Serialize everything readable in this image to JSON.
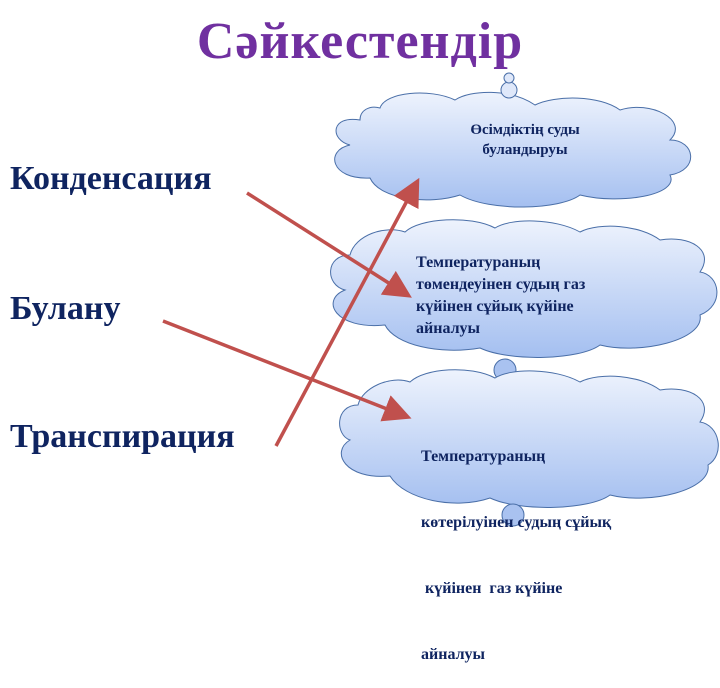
{
  "title": "Сәйкестендір",
  "terms": [
    {
      "label": "Конденсация"
    },
    {
      "label": "Булану"
    },
    {
      "label": "Транспирация"
    }
  ],
  "clouds": [
    {
      "lines": [
        "Өсімдіктің суды",
        "буландыруы"
      ]
    },
    {
      "lines": [
        "Температураның",
        "төмендеуінен судың газ",
        "күйінен сұйық күйіне",
        "айналуы"
      ]
    },
    {
      "lines": [
        "Температураның",
        "көтерілуінен судың сұйық",
        " күйінен  газ күйіне",
        "айналуы"
      ]
    }
  ],
  "connections": [
    {
      "from": "Конденсация",
      "to": "cloud-2"
    },
    {
      "from": "Булану",
      "to": "cloud-3"
    },
    {
      "from": "Транспирация",
      "to": "cloud-1"
    }
  ],
  "colors": {
    "title": "#7030a0",
    "text": "#0f2460",
    "arrow": "#c0504d",
    "cloud_fill_top": "#e6eefc",
    "cloud_fill_bottom": "#a9c2f0",
    "cloud_stroke": "#4a6fa8"
  }
}
